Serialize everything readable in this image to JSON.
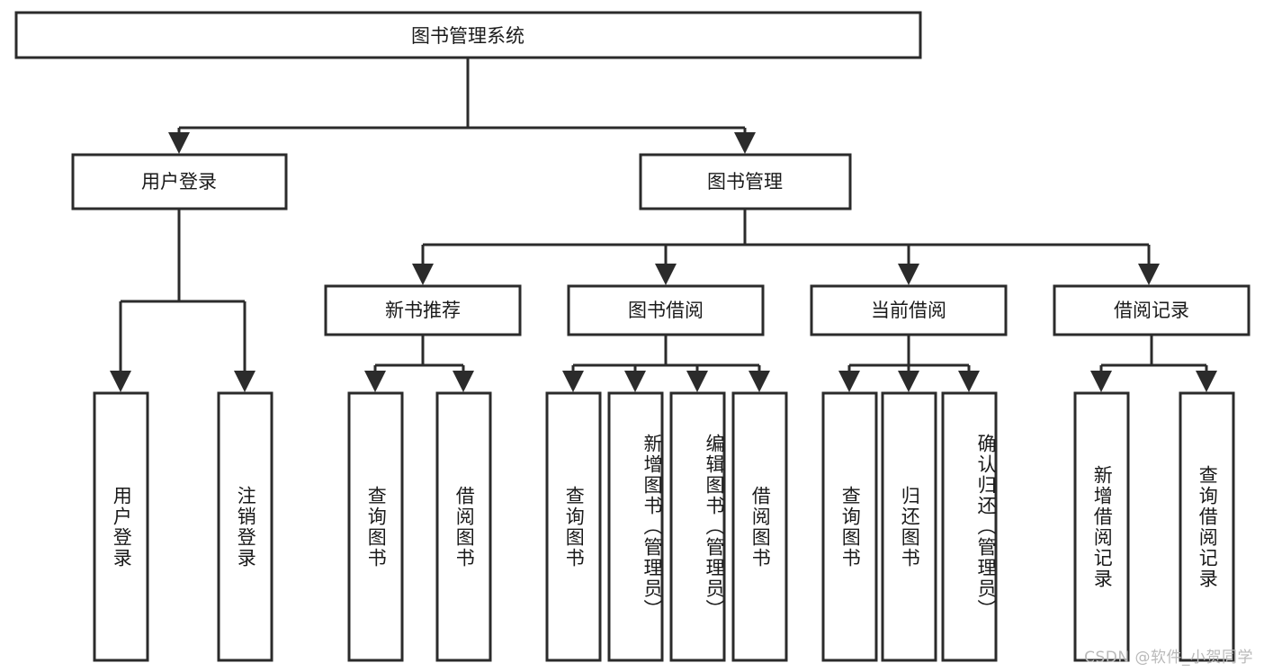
{
  "diagram": {
    "type": "tree",
    "title": "图书管理系统",
    "orientation": "top-down",
    "stroke_color": "#2b2b2b",
    "fill_color": "#ffffff",
    "text_color": "#1a1a1a",
    "background": "#ffffff"
  },
  "nodes": {
    "root": {
      "label": "图书管理系统",
      "level": 0,
      "orientation": "horizontal"
    },
    "level1": [
      {
        "id": "user-login",
        "label": "用户登录",
        "orientation": "horizontal"
      },
      {
        "id": "book-manage",
        "label": "图书管理",
        "orientation": "horizontal"
      }
    ],
    "level2": [
      {
        "id": "new-book-recommend",
        "label": "新书推荐",
        "orientation": "horizontal",
        "parent": "book-manage"
      },
      {
        "id": "book-borrow",
        "label": "图书借阅",
        "orientation": "horizontal",
        "parent": "book-manage"
      },
      {
        "id": "current-borrow",
        "label": "当前借阅",
        "orientation": "horizontal",
        "parent": "book-manage"
      },
      {
        "id": "borrow-record",
        "label": "借阅记录",
        "orientation": "horizontal",
        "parent": "book-manage"
      }
    ],
    "leaves": [
      {
        "id": "leaf-user-login",
        "label": "用户登录",
        "orientation": "vertical",
        "parent": "user-login"
      },
      {
        "id": "leaf-user-logout",
        "label": "注销登录",
        "orientation": "vertical",
        "parent": "user-login"
      },
      {
        "id": "leaf-query-book-1",
        "label": "查询图书",
        "orientation": "vertical",
        "parent": "new-book-recommend"
      },
      {
        "id": "leaf-borrow-book-1",
        "label": "借阅图书",
        "orientation": "vertical",
        "parent": "new-book-recommend"
      },
      {
        "id": "leaf-query-book-2",
        "label": "查询图书",
        "orientation": "vertical",
        "parent": "book-borrow"
      },
      {
        "id": "leaf-add-book",
        "label": "新增图书（管理员）",
        "orientation": "vertical",
        "parent": "book-borrow"
      },
      {
        "id": "leaf-edit-book",
        "label": "编辑图书（管理员）",
        "orientation": "vertical",
        "parent": "book-borrow"
      },
      {
        "id": "leaf-borrow-book-2",
        "label": "借阅图书",
        "orientation": "vertical",
        "parent": "book-borrow"
      },
      {
        "id": "leaf-query-book-3",
        "label": "查询图书",
        "orientation": "vertical",
        "parent": "current-borrow"
      },
      {
        "id": "leaf-return-book",
        "label": "归还图书",
        "orientation": "vertical",
        "parent": "current-borrow"
      },
      {
        "id": "leaf-confirm-return",
        "label": "确认归还（管理员）",
        "orientation": "vertical",
        "parent": "current-borrow"
      },
      {
        "id": "leaf-add-record",
        "label": "新增借阅记录",
        "orientation": "vertical",
        "parent": "borrow-record"
      },
      {
        "id": "leaf-query-record",
        "label": "查询借阅记录",
        "orientation": "vertical",
        "parent": "borrow-record"
      }
    ]
  },
  "watermark": {
    "text": "CSDN @软件_小贺同学"
  }
}
